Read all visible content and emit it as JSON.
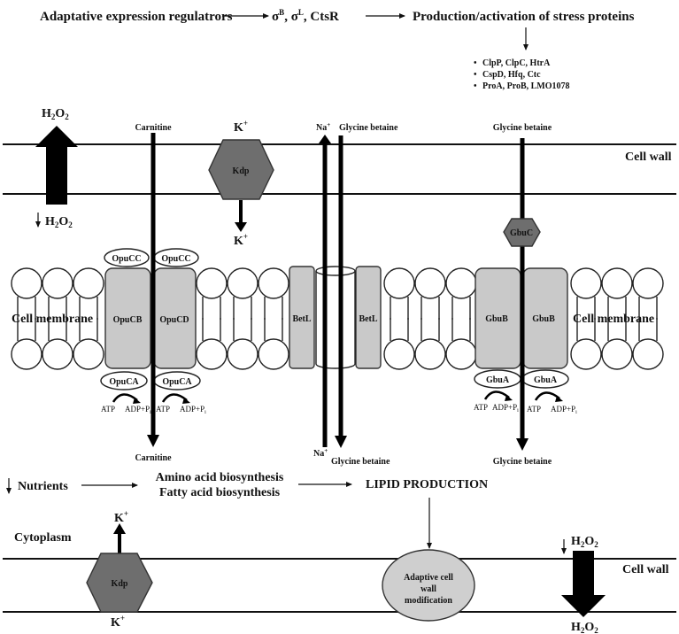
{
  "figure": {
    "top_pathway": {
      "step1": "Adaptative expression regulatrors",
      "step2_regulators": [
        {
          "base": "σ",
          "sup": "B"
        },
        {
          "base": "σ",
          "sup": "L"
        },
        {
          "base": "CtsR",
          "sup": ""
        }
      ],
      "step3": "Production/activation of stress proteins",
      "stress_proteins": [
        "ClpP, ClpC, HtrA",
        "CspD, Hfq, Ctc",
        "ProA, ProB, LMO1078"
      ]
    },
    "labels": {
      "cell_wall_top": "Cell wall",
      "cell_wall_bottom": "Cell wall",
      "cell_membrane_left": "Cell membrane",
      "cell_membrane_right": "Cell membrane",
      "cytoplasm": "Cytoplasm"
    },
    "h2o2_top": {
      "above": {
        "base": "H",
        "sub1": "2",
        "mid": "O",
        "sub2": "2"
      },
      "below_prefix": "↓",
      "below": {
        "base": "H",
        "sub1": "2",
        "mid": "O",
        "sub2": "2"
      },
      "direction": "up"
    },
    "kdp_top": {
      "label": "Kdp",
      "ion_above": {
        "base": "K",
        "sup": "+"
      },
      "ion_below": {
        "base": "K",
        "sup": "+"
      }
    },
    "opu_transporter": {
      "substrate_top": "Carnitine",
      "substrate_bottom": "Carnitine",
      "binding_proteins": [
        "OpuCC",
        "OpuCC"
      ],
      "membrane_proteins": [
        "OpuCB",
        "OpuCD"
      ],
      "atpases": [
        "OpuCA",
        "OpuCA"
      ],
      "atp_label": "ATP",
      "adp_label": "ADP+P",
      "adp_sub": "i"
    },
    "betl_transporter": {
      "ion_top": {
        "base": "Na",
        "sup": "+"
      },
      "ion_bottom": {
        "base": "Na",
        "sup": "+"
      },
      "substrate_top": "Glycine betaine",
      "substrate_bottom": "Glycine betaine",
      "membrane_proteins": [
        "BetL",
        "BetL"
      ]
    },
    "gbu_transporter": {
      "substrate_top": "Glycine betaine",
      "substrate_bottom": "Glycine betaine",
      "binding_protein": "GbuC",
      "membrane_proteins": [
        "GbuB",
        "GbuB"
      ],
      "atpases": [
        "GbuA",
        "GbuA"
      ],
      "atp_label": "ATP",
      "adp_label": "ADP+P",
      "adp_sub": "i"
    },
    "bottom_pathway": {
      "prefix": "↓",
      "nutrients": "Nutrients",
      "biosynthesis": [
        "Amino acid biosynthesis",
        "Fatty acid biosynthesis"
      ],
      "lipid": "LIPID PRODUCTION",
      "wall_mod": [
        "Adaptive cell",
        "wall",
        "modification"
      ]
    },
    "kdp_bottom": {
      "label": "Kdp",
      "ion_above": {
        "base": "K",
        "sup": "+"
      },
      "ion_below": {
        "base": "K",
        "sup": "+"
      }
    },
    "h2o2_bottom": {
      "above_prefix": "↓",
      "above": {
        "base": "H",
        "sub1": "2",
        "mid": "O",
        "sub2": "2"
      },
      "below": {
        "base": "H",
        "sub1": "2",
        "mid": "O",
        "sub2": "2"
      },
      "direction": "down"
    },
    "colors": {
      "protein_fill": "#c9c9c9",
      "hexagon_fill": "#6e6e6e",
      "ink": "#111111",
      "background": "#ffffff"
    }
  }
}
